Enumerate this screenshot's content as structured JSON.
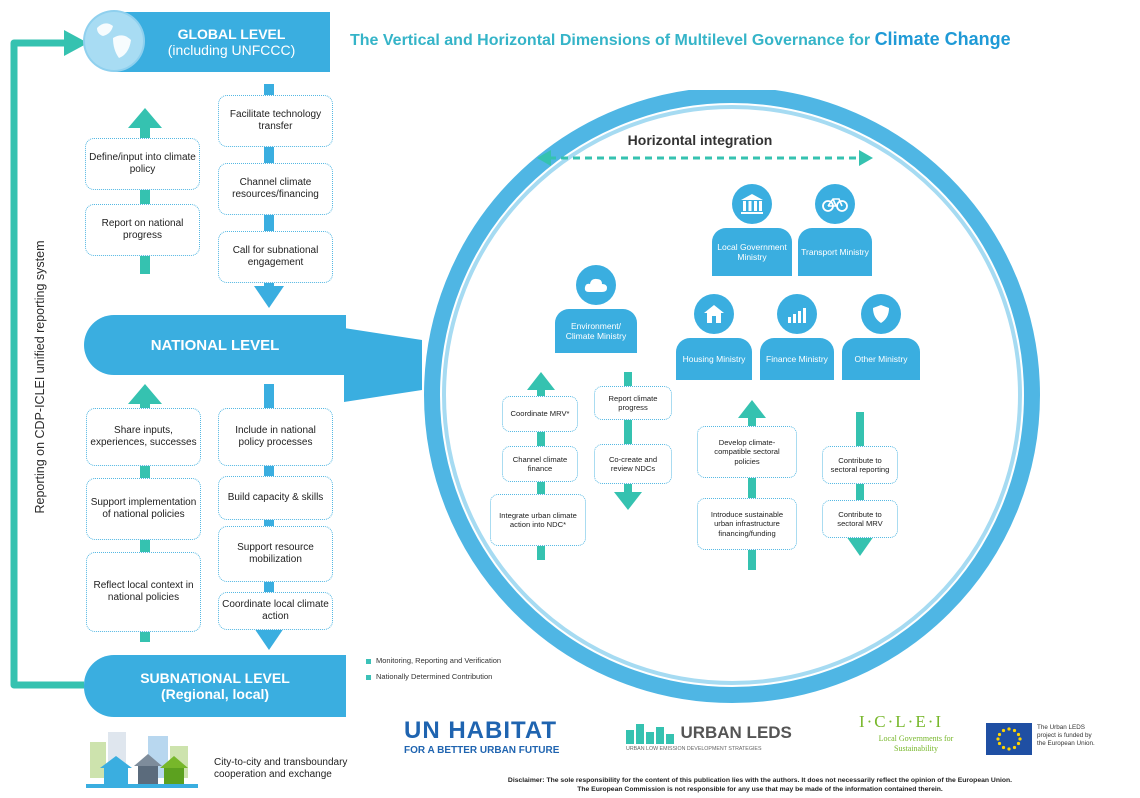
{
  "title": {
    "main": "The Vertical and Horizontal Dimensions of Multilevel Governance for",
    "highlight": "Climate Change"
  },
  "levels": {
    "global": [
      "GLOBAL LEVEL",
      "(including UNFCCC)"
    ],
    "national": "NATIONAL LEVEL",
    "subnational": [
      "SUBNATIONAL LEVEL",
      "(Regional, local)"
    ]
  },
  "side_label": "Reporting on CDP-ICLEI unified reporting system",
  "upper_left_boxes": [
    "Define/input into climate policy",
    "Report on national progress"
  ],
  "upper_right_boxes": [
    "Facilitate technology transfer",
    "Channel climate resources/financing",
    "Call for subnational engagement"
  ],
  "lower_left_boxes": [
    "Share inputs, experiences, successes",
    "Support implementation of national policies",
    "Reflect local context in national policies"
  ],
  "lower_right_boxes": [
    "Include in national policy processes",
    "Build capacity & skills",
    "Support resource mobilization",
    "Coordinate local climate action"
  ],
  "horizontal_integration": "Horizontal integration",
  "ministries": {
    "environment": "Environment/ Climate Ministry",
    "local_government": "Local Government Ministry",
    "transport": "Transport Ministry",
    "housing": "Housing Ministry",
    "finance": "Finance Ministry",
    "other": "Other Ministry"
  },
  "env_left_boxes": [
    "Coordinate MRV*",
    "Channel climate finance",
    "Integrate urban climate action into NDC*"
  ],
  "env_right_boxes": [
    "Report climate progress",
    "Co-create and review NDCs"
  ],
  "housing_boxes": [
    "Develop climate-compatible sectoral policies",
    "Introduce sustainable urban infrastructure financing/funding"
  ],
  "other_boxes": [
    "Contribute to sectoral reporting",
    "Contribute to sectoral MRV"
  ],
  "footnotes": [
    "Monitoring, Reporting and Verification",
    "Nationally Determined Contribution"
  ],
  "city_caption": "City-to-city and transboundary cooperation and exchange",
  "logos": {
    "unhabitat_main": "UN HABITAT",
    "unhabitat_sub": "FOR A BETTER URBAN FUTURE",
    "urbanleds_main": "URBAN LEDS",
    "urbanleds_sub": "URBAN LOW EMISSION DEVELOPMENT STRATEGIES",
    "iclei_main": "I·C·L·E·I",
    "iclei_sub": "Local Governments for Sustainability",
    "eu_text": "The Urban LEDS project is funded by the European Union."
  },
  "disclaimer": [
    "Disclaimer: The sole responsibility for the content of this publication lies with the authors. It does not necessarily reflect the opinion of the European Union.",
    "The European Commission is not responsible for any use that may be made of the information contained therein."
  ],
  "colors": {
    "blue": "#3aaee0",
    "teal": "#35c2b0",
    "dark_blue": "#1f5fa8",
    "green": "#77b72a"
  }
}
